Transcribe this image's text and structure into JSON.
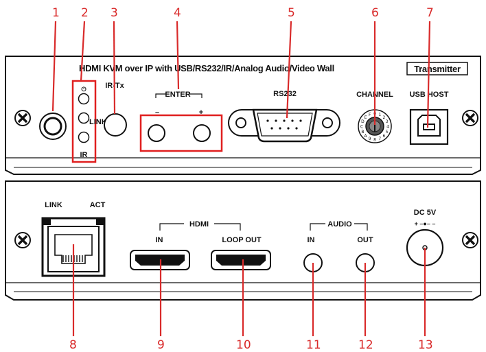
{
  "title": "HDMI KVM over IP with USB/RS232/IR/Analog Audio/Video Wall",
  "badge": "Transmitter",
  "front": {
    "power_symbol": "⏻",
    "led_link": "LINK",
    "led_ir": "IR",
    "ir_tx": "IR-Tx",
    "enter": "ENTER",
    "minus": "–",
    "plus": "+",
    "rs232": "RS232",
    "channel": "CHANNEL",
    "usb_host": "USB HOST",
    "dial_digits": [
      "0",
      "1",
      "2",
      "3",
      "4",
      "5",
      "6",
      "7",
      "8",
      "9",
      "A",
      "B",
      "C",
      "D",
      "E",
      "F"
    ]
  },
  "rear": {
    "link": "LINK",
    "act": "ACT",
    "hdmi": "HDMI",
    "hdmi_in": "IN",
    "hdmi_loop_out": "LOOP OUT",
    "audio": "AUDIO",
    "audio_in": "IN",
    "audio_out": "OUT",
    "dc": "DC 5V",
    "polarity": "+ –●– –"
  },
  "callouts": {
    "top": [
      "1",
      "2",
      "3",
      "4",
      "5",
      "6",
      "7"
    ],
    "bottom": [
      "8",
      "9",
      "10",
      "11",
      "12",
      "13"
    ]
  },
  "colors": {
    "callout": "#d92a2a",
    "ink": "#111111",
    "panel": "#ffffff"
  }
}
